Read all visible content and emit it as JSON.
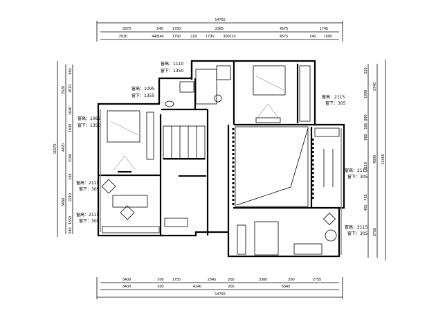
{
  "dimensions": {
    "top_total": "14765",
    "top_row1": [
      "3370",
      "240",
      "1790",
      "2365",
      "4575",
      "1745"
    ],
    "top_row2": [
      "2930",
      "440",
      "240",
      "1790",
      "220",
      "1795",
      "300",
      "210",
      "4575",
      "240",
      "1505"
    ],
    "bottom_row1": [
      "3400",
      "200",
      "1755",
      "2345",
      "200",
      "3380",
      "200",
      "2755"
    ],
    "bottom_row2": [
      "3400",
      "200",
      "4140",
      "200",
      "6345"
    ],
    "bottom_total": "14765",
    "left_total": "11570",
    "left_outer": [
      "2520",
      "4420",
      "3480"
    ],
    "left_inner": [
      "850",
      "1670",
      "1640",
      "1830",
      "2100",
      "185",
      "2210",
      "1650",
      "240"
    ],
    "right_total": "12465",
    "right_outer": [
      "3740",
      "4890",
      "2750"
    ],
    "right_inner": [
      "520",
      "1990",
      "880",
      "160",
      "880",
      "2115",
      "785",
      "405"
    ]
  },
  "window_notes": [
    {
      "height": "窗高：1110",
      "sill": "窗下：1350"
    },
    {
      "height": "窗高：1095",
      "sill": "窗下：1355"
    },
    {
      "height": "窗高：1065",
      "sill": "窗下：1350"
    },
    {
      "height": "窗高：2115",
      "sill": "窗下：305"
    },
    {
      "height": "窗高：2115",
      "sill": "窗下：305"
    },
    {
      "height": "窗高：2115",
      "sill": "窗下：305"
    },
    {
      "height": "窗高：2115",
      "sill": "窗下：305"
    },
    {
      "height": "窗高：2115",
      "sill": "窗下：305"
    }
  ]
}
